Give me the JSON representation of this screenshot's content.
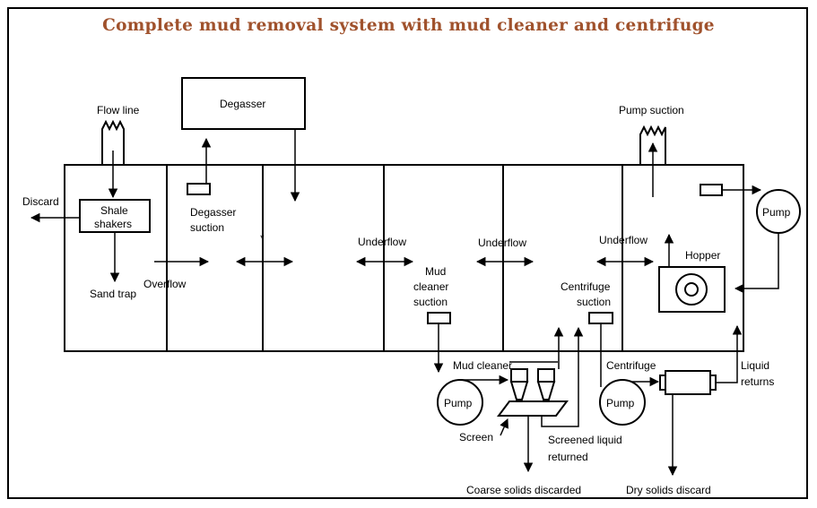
{
  "title": "Complete mud removal system with mud cleaner and centrifuge",
  "labels": {
    "flow_line": "Flow line",
    "degasser": "Degasser",
    "pump_suction": "Pump suction",
    "discard": "Discard",
    "shale": "Shale",
    "shakers": "shakers",
    "sand_trap": "Sand trap",
    "overflow": "Overflow",
    "degasser_suction_1": "Degasser",
    "degasser_suction_2": "suction",
    "asterisk": "*",
    "underflow_1": "Underflow",
    "underflow_2": "Underflow",
    "underflow_3": "Underflow",
    "mud_cleaner_suction_1": "Mud",
    "mud_cleaner_suction_2": "cleaner",
    "mud_cleaner_suction_3": "suction",
    "centrifuge_suction_1": "Centrifuge",
    "centrifuge_suction_2": "suction",
    "hopper": "Hopper",
    "pump_right": "Pump",
    "mud_cleaner": "Mud cleaner",
    "pump_mud_cleaner": "Pump",
    "screen": "Screen",
    "screened_liquid_1": "Screened liquid",
    "screened_liquid_2": "returned",
    "coarse_solids": "Coarse solids discarded",
    "centrifuge": "Centrifuge",
    "pump_centrifuge": "Pump",
    "liquid_returns_1": "Liquid",
    "liquid_returns_2": "returns",
    "dry_solids": "Dry solids discard"
  },
  "colors": {
    "title": "#a0522d",
    "lines": "#000000"
  }
}
